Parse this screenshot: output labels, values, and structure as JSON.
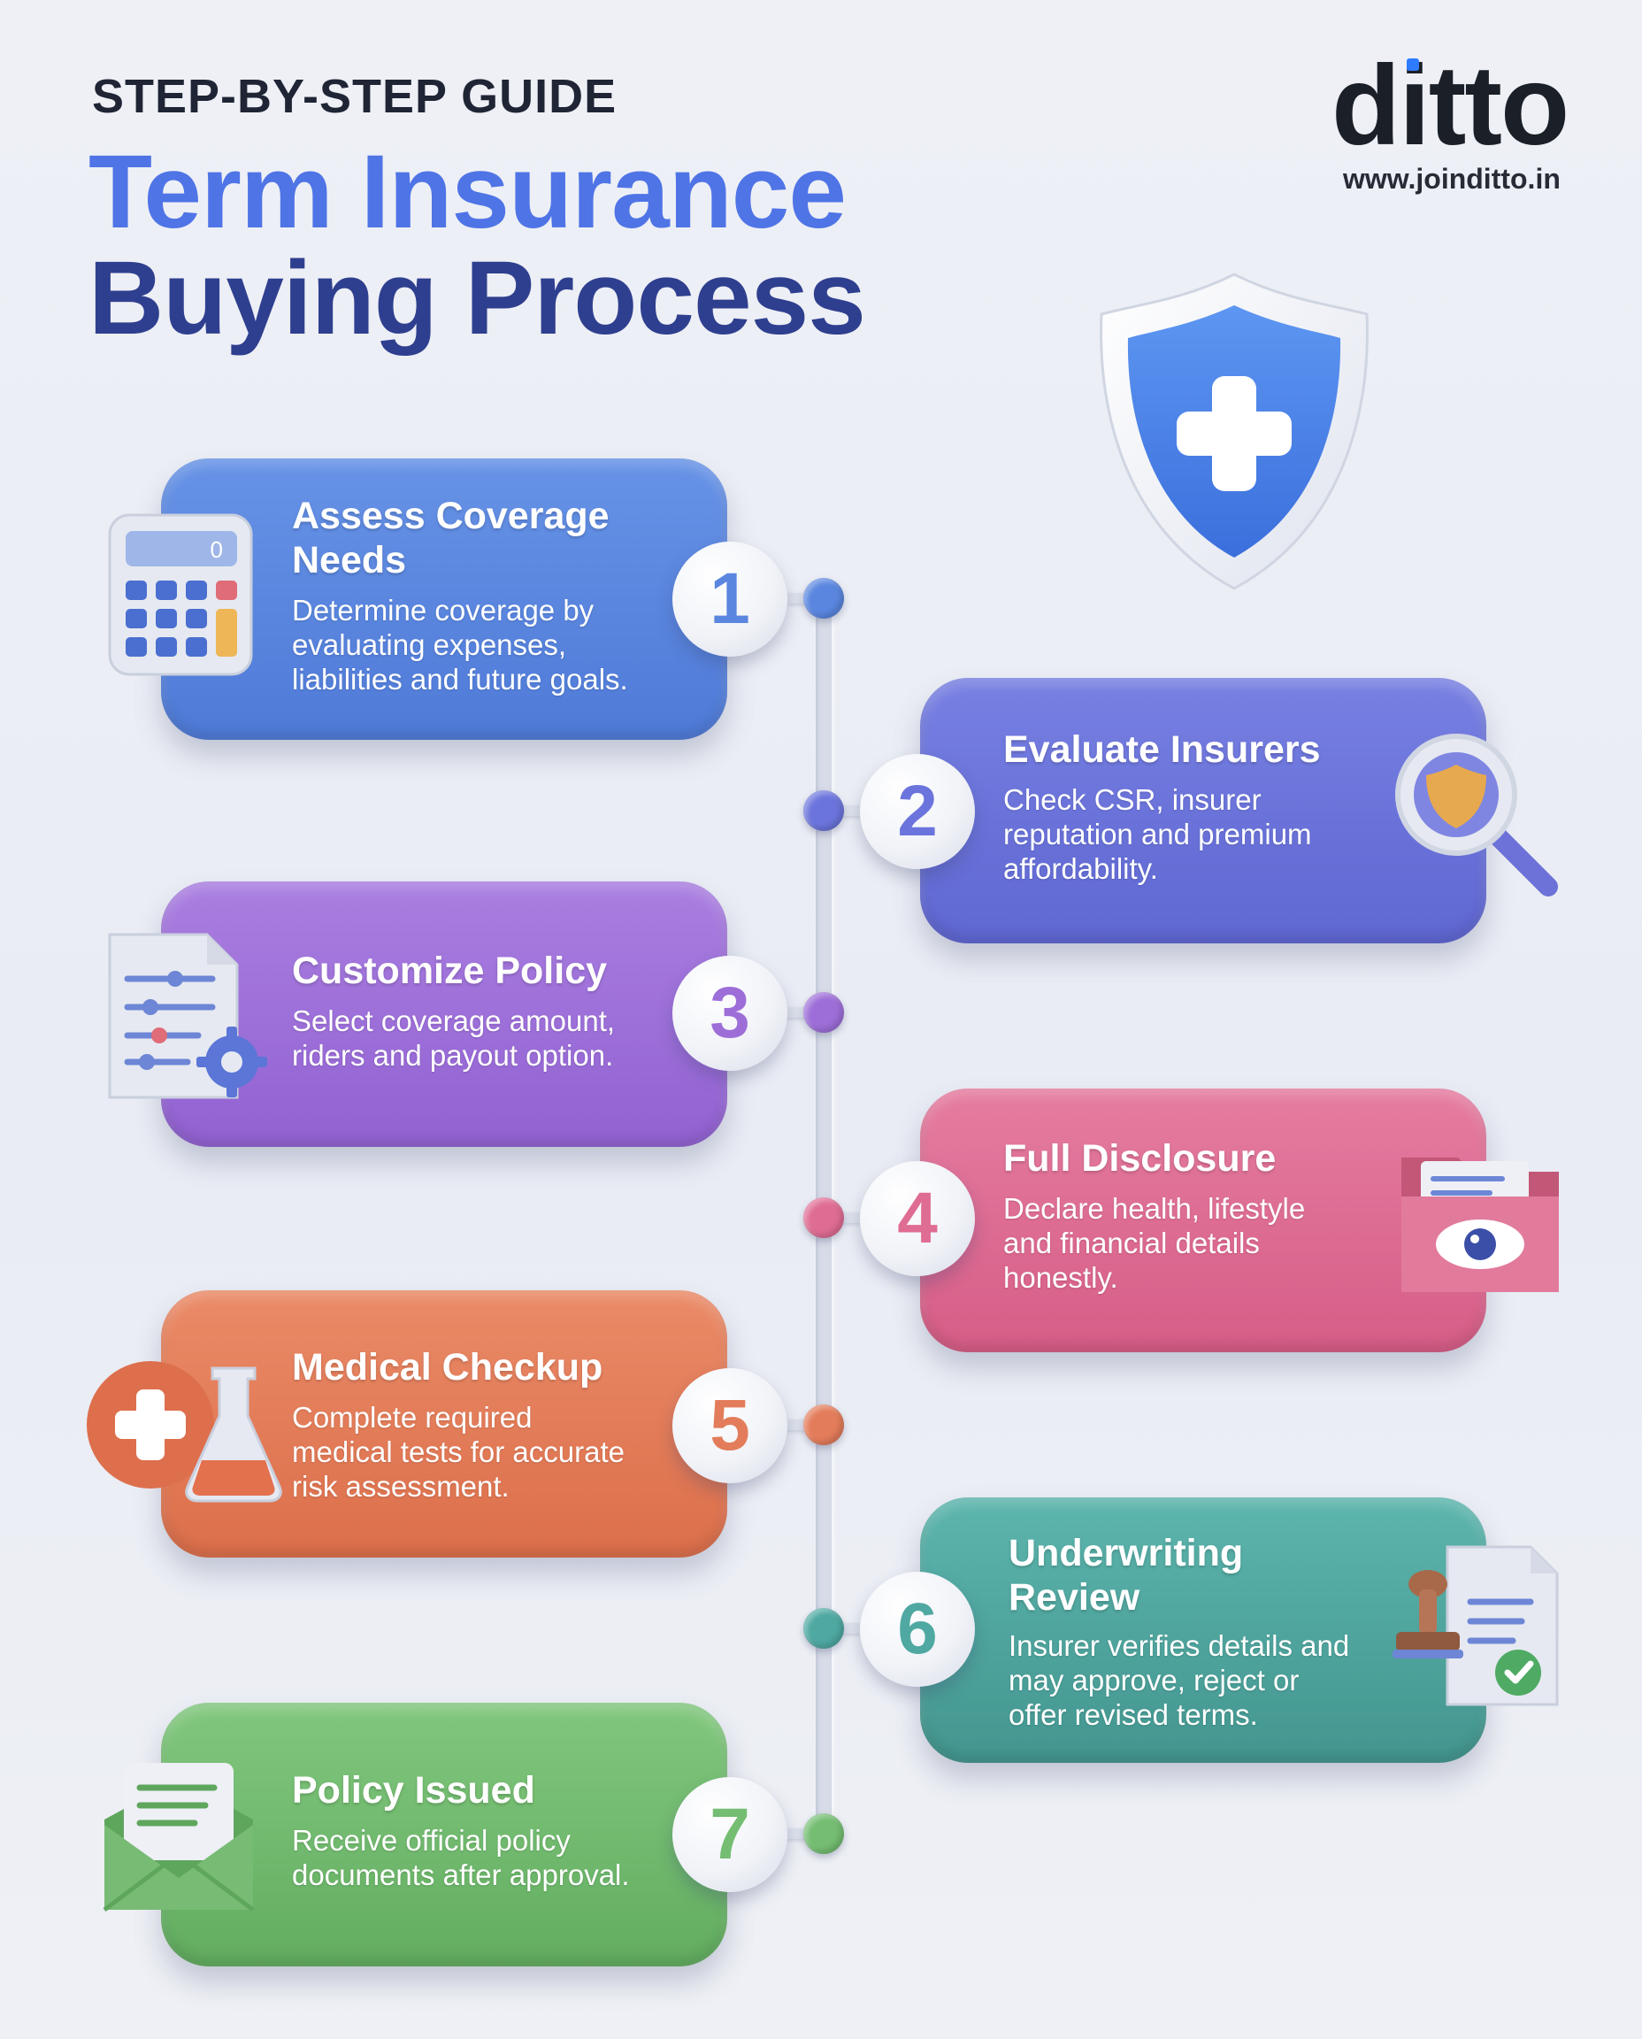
{
  "header": {
    "eyebrow": "STEP-BY-STEP GUIDE",
    "title_line1": "Term Insurance",
    "title_line2": "Buying Process"
  },
  "brand": {
    "name": "ditto",
    "website": "www.joinditto.in"
  },
  "colors": {
    "step1": "#5a86df",
    "step2": "#6b74dc",
    "step3": "#9d6ed8",
    "step4": "#df6c93",
    "step5": "#e37c5a",
    "step6": "#4fa8a2",
    "step7": "#74bd72",
    "title_primary": "#4f74e6",
    "title_secondary": "#2f3f8f"
  },
  "steps": [
    {
      "number": "1",
      "title": "Assess Coverage Needs",
      "title_line1": "Assess Coverage",
      "title_line2": "Needs",
      "desc_line1": "Determine coverage by",
      "desc_line2": "evaluating expenses,",
      "desc_line3": "liabilities and future goals.",
      "icon": "calculator-icon",
      "calc_display": "0"
    },
    {
      "number": "2",
      "title": "Evaluate Insurers",
      "desc_line1": "Check CSR, insurer",
      "desc_line2": "reputation and premium",
      "desc_line3": "affordability.",
      "icon": "magnifier-shield-icon"
    },
    {
      "number": "3",
      "title": "Customize Policy",
      "desc_line1": "Select coverage amount,",
      "desc_line2": "riders and payout option.",
      "icon": "settings-document-icon"
    },
    {
      "number": "4",
      "title": "Full Disclosure",
      "desc_line1": "Declare health, lifestyle",
      "desc_line2": "and financial details",
      "desc_line3": "honestly.",
      "icon": "folder-eye-icon"
    },
    {
      "number": "5",
      "title": "Medical Checkup",
      "desc_line1": "Complete required",
      "desc_line2": "medical tests for accurate",
      "desc_line3": "risk assessment.",
      "icon": "medical-flask-icon"
    },
    {
      "number": "6",
      "title": "Underwriting Review",
      "title_line1": "Underwriting",
      "title_line2": "Review",
      "desc_line1": "Insurer verifies details and",
      "desc_line2": "may approve, reject or",
      "desc_line3": "offer revised terms.",
      "icon": "stamp-document-icon"
    },
    {
      "number": "7",
      "title": "Policy Issued",
      "desc_line1": "Receive official policy",
      "desc_line2": "documents after approval.",
      "icon": "envelope-icon"
    }
  ]
}
